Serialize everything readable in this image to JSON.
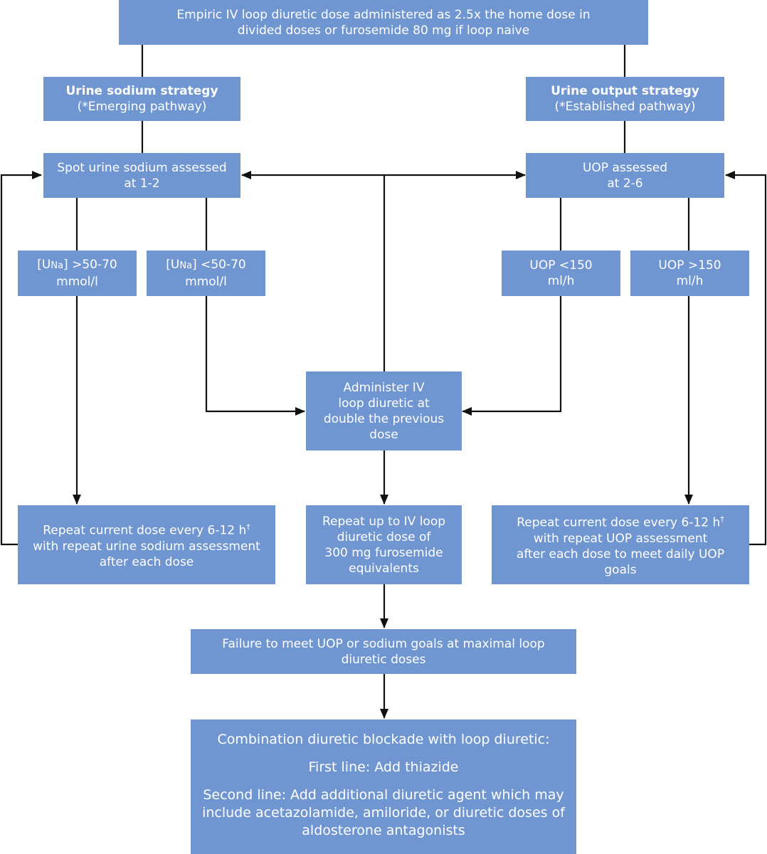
{
  "top_box": {
    "line1": "Empiric IV loop diuretic dose administered as 2.5x the home dose in",
    "line2": "divided doses or furosemide 80 mg if loop naive"
  },
  "urine_sodium_strategy": {
    "line1": "Urine sodium strategy",
    "line2": "(*Emerging pathway)"
  },
  "urine_output_strategy": {
    "line1": "Urine output strategy",
    "line2": "(*Established pathway)"
  },
  "spot_urine_sodium": {
    "line1": "Spot urine sodium assessed",
    "line2": "at 1-2"
  },
  "uop_assessed": {
    "line1": "UOP assessed",
    "line2": "at 2-6"
  },
  "una_high": {
    "open": "[U",
    "sub": "Na",
    "rest": "] >50-70",
    "line2": "mmol/l"
  },
  "una_low": {
    "open": "[U",
    "sub": "Na",
    "rest": "] <50-70",
    "line2": "mmol/l"
  },
  "uop_low": {
    "line1": "UOP <150",
    "line2": "ml/h"
  },
  "uop_high": {
    "line1": "UOP >150",
    "line2": "ml/h"
  },
  "double_dose": {
    "line1": "Administer IV",
    "line2": "loop diuretic at",
    "line3": "double the previous",
    "line4": "dose"
  },
  "repeat_left": {
    "line1": "Repeat current dose every 6-12 h",
    "dagger": "†",
    "line2": "with repeat urine sodium assessment",
    "line3": "after each dose"
  },
  "repeat_middle": {
    "line1": "Repeat up to IV loop",
    "line2": "diuretic dose of",
    "line3": "300 mg furosemide",
    "line4": "equivalents"
  },
  "repeat_right": {
    "line1": "Repeat current dose every 6-12 h",
    "dagger": "†",
    "line2": "with repeat UOP assessment",
    "line3": "after each dose to meet daily UOP",
    "line4": "goals"
  },
  "failure_box": {
    "line1": "Failure to meet UOP or sodium goals at maximal loop",
    "line2": "diuretic doses"
  },
  "combination_box": {
    "heading": "Combination diuretic blockade with loop diuretic:",
    "first_line": "First line: Add thiazide",
    "second_line_1": "Second line: Add additional diuretic agent which may",
    "second_line_2": "include acetazolamide, amiloride, or diuretic doses of",
    "second_line_3": "aldosterone antagonists"
  },
  "colors": {
    "box_fill": "#7096d1",
    "box_text": "#ffffff",
    "connector": "#111111"
  }
}
